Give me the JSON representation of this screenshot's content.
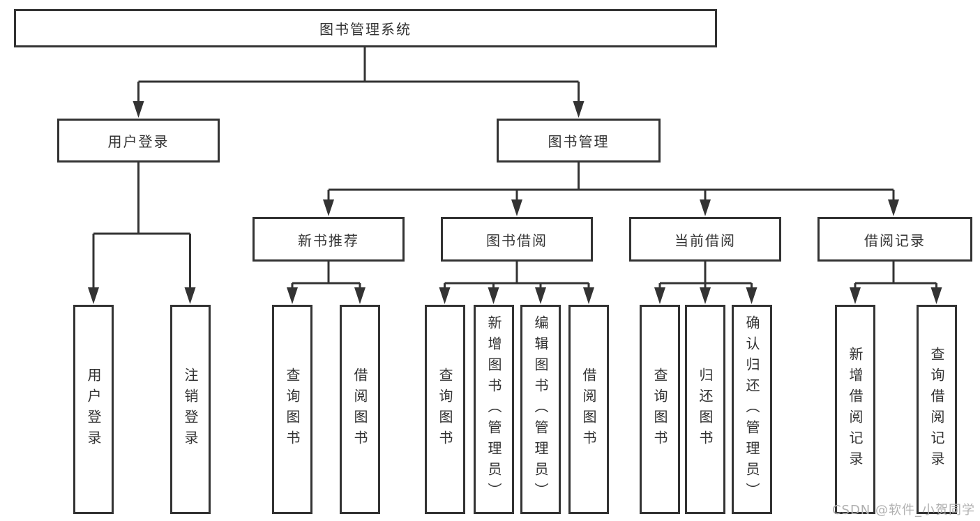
{
  "tree": {
    "root": {
      "label": "图书管理系统",
      "children": [
        {
          "label": "用户登录",
          "children": [
            {
              "label": "用户登录"
            },
            {
              "label": "注销登录"
            }
          ]
        },
        {
          "label": "图书管理",
          "children": [
            {
              "label": "新书推荐",
              "children": [
                {
                  "label": "查询图书"
                },
                {
                  "label": "借阅图书"
                }
              ]
            },
            {
              "label": "图书借阅",
              "children": [
                {
                  "label": "查询图书"
                },
                {
                  "label": "新增图书（管理员）"
                },
                {
                  "label": "编辑图书（管理员）"
                },
                {
                  "label": "借阅图书"
                }
              ]
            },
            {
              "label": "当前借阅",
              "children": [
                {
                  "label": "查询图书"
                },
                {
                  "label": "归还图书"
                },
                {
                  "label": "确认归还（管理员）"
                }
              ]
            },
            {
              "label": "借阅记录",
              "children": [
                {
                  "label": "新增借阅记录"
                },
                {
                  "label": "查询借阅记录"
                }
              ]
            }
          ]
        }
      ]
    }
  },
  "watermark": {
    "text": "CSDN @软件_小贺同学"
  },
  "colors": {
    "line": "#333333",
    "text": "#333333",
    "box_background": "#ffffff",
    "page_background": "#ffffff",
    "watermark": "#b0b0b0"
  }
}
